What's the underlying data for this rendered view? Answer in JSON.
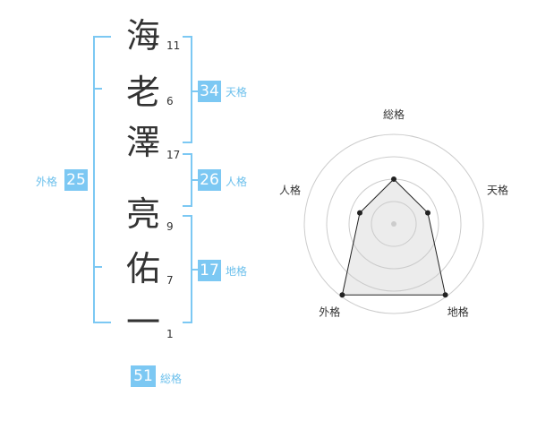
{
  "name": {
    "chars": [
      {
        "char": "海",
        "strokes": "11"
      },
      {
        "char": "老",
        "strokes": "6"
      },
      {
        "char": "澤",
        "strokes": "17"
      },
      {
        "char": "亮",
        "strokes": "9"
      },
      {
        "char": "佑",
        "strokes": "7"
      },
      {
        "char": "一",
        "strokes": "1"
      }
    ]
  },
  "kaku": {
    "tenkaku": {
      "value": "34",
      "label": "天格"
    },
    "jinkaku": {
      "value": "26",
      "label": "人格"
    },
    "chikaku": {
      "value": "17",
      "label": "地格"
    },
    "gaikaku": {
      "value": "25",
      "label": "外格"
    },
    "soukaku": {
      "value": "51",
      "label": "総格"
    }
  },
  "colors": {
    "accent": "#7cc8f3",
    "label": "#6cc0ec",
    "text": "#333333"
  },
  "chart_data": {
    "type": "radar",
    "axes": [
      "総格",
      "天格",
      "地格",
      "外格",
      "人格"
    ],
    "values": [
      0.5,
      0.4,
      0.98,
      0.98,
      0.4
    ],
    "rings": 4,
    "range": [
      0,
      1
    ]
  }
}
